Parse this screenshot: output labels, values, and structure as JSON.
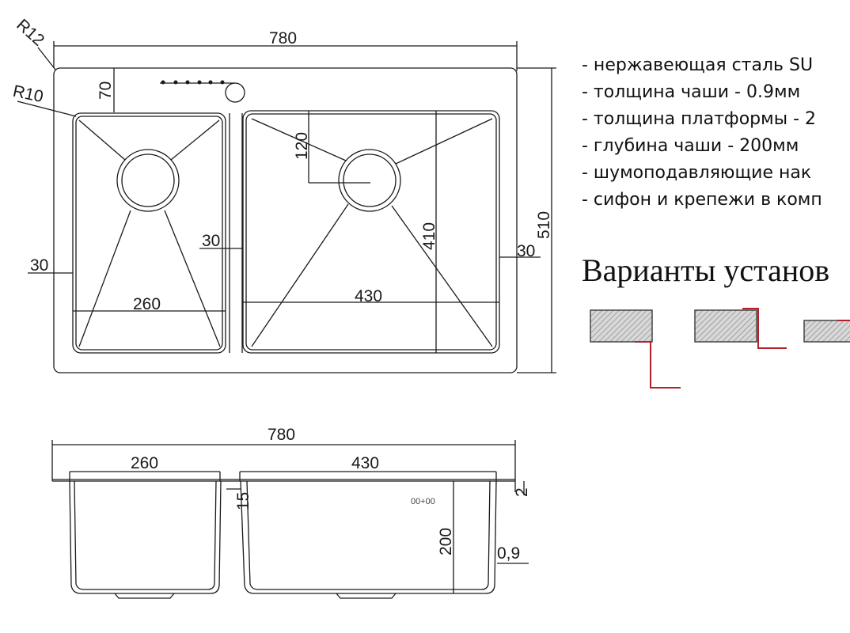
{
  "specs": {
    "items": [
      "- нержавеющая сталь SU",
      "- толщина чаши - 0.9мм",
      "- толщина платформы - 2",
      "- глубина чаши - 200мм",
      "- шумоподавляющие нак",
      "- сифон и крепежи в комп"
    ]
  },
  "variants": {
    "title": "Варианты установ"
  },
  "top_view": {
    "labels": {
      "radius_outer": "R12",
      "radius_inner": "R10",
      "total_width": "780",
      "deck_depth": "70",
      "bowl_gap_left": "120",
      "small_bowl_width": "260",
      "large_bowl_width": "430",
      "large_bowl_depth": "410",
      "total_depth": "510",
      "side_left": "30",
      "divider": "30",
      "side_right": "30"
    }
  },
  "side_view": {
    "labels": {
      "total_width": "780",
      "small_bowl_width": "260",
      "large_bowl_width": "430",
      "offset": "15",
      "bowl_depth": "200",
      "platform_thickness": "2",
      "wall_thickness": "0,9",
      "logo_mark": "00+00"
    }
  },
  "colors": {
    "line": "#1a1a1a",
    "mount": "#b3202a",
    "hatch_fill": "#cfcfcf"
  }
}
